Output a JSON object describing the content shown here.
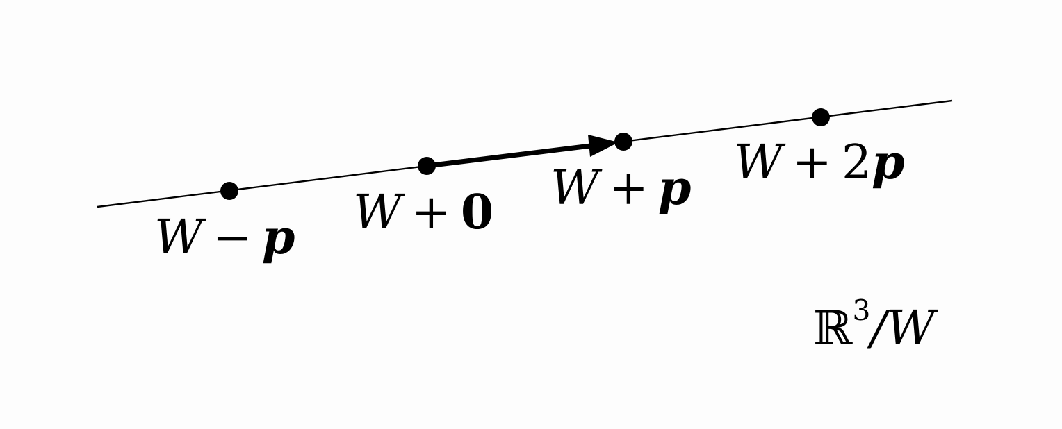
{
  "points": [
    {
      "space": "W",
      "op": "−",
      "coef": "",
      "vec": "p",
      "bold_upright": false
    },
    {
      "space": "W",
      "op": "+",
      "coef": "",
      "vec": "0",
      "bold_upright": true
    },
    {
      "space": "W",
      "op": "+",
      "coef": "",
      "vec": "p",
      "bold_upright": false
    },
    {
      "space": "W",
      "op": "+",
      "coef": "2",
      "vec": "p",
      "bold_upright": false
    }
  ],
  "quotient": {
    "field": "ℝ",
    "exponent": "3",
    "slash": "/",
    "subspace": "W"
  },
  "colors": {
    "ink": "#000000",
    "background": "#fdfdfd"
  }
}
